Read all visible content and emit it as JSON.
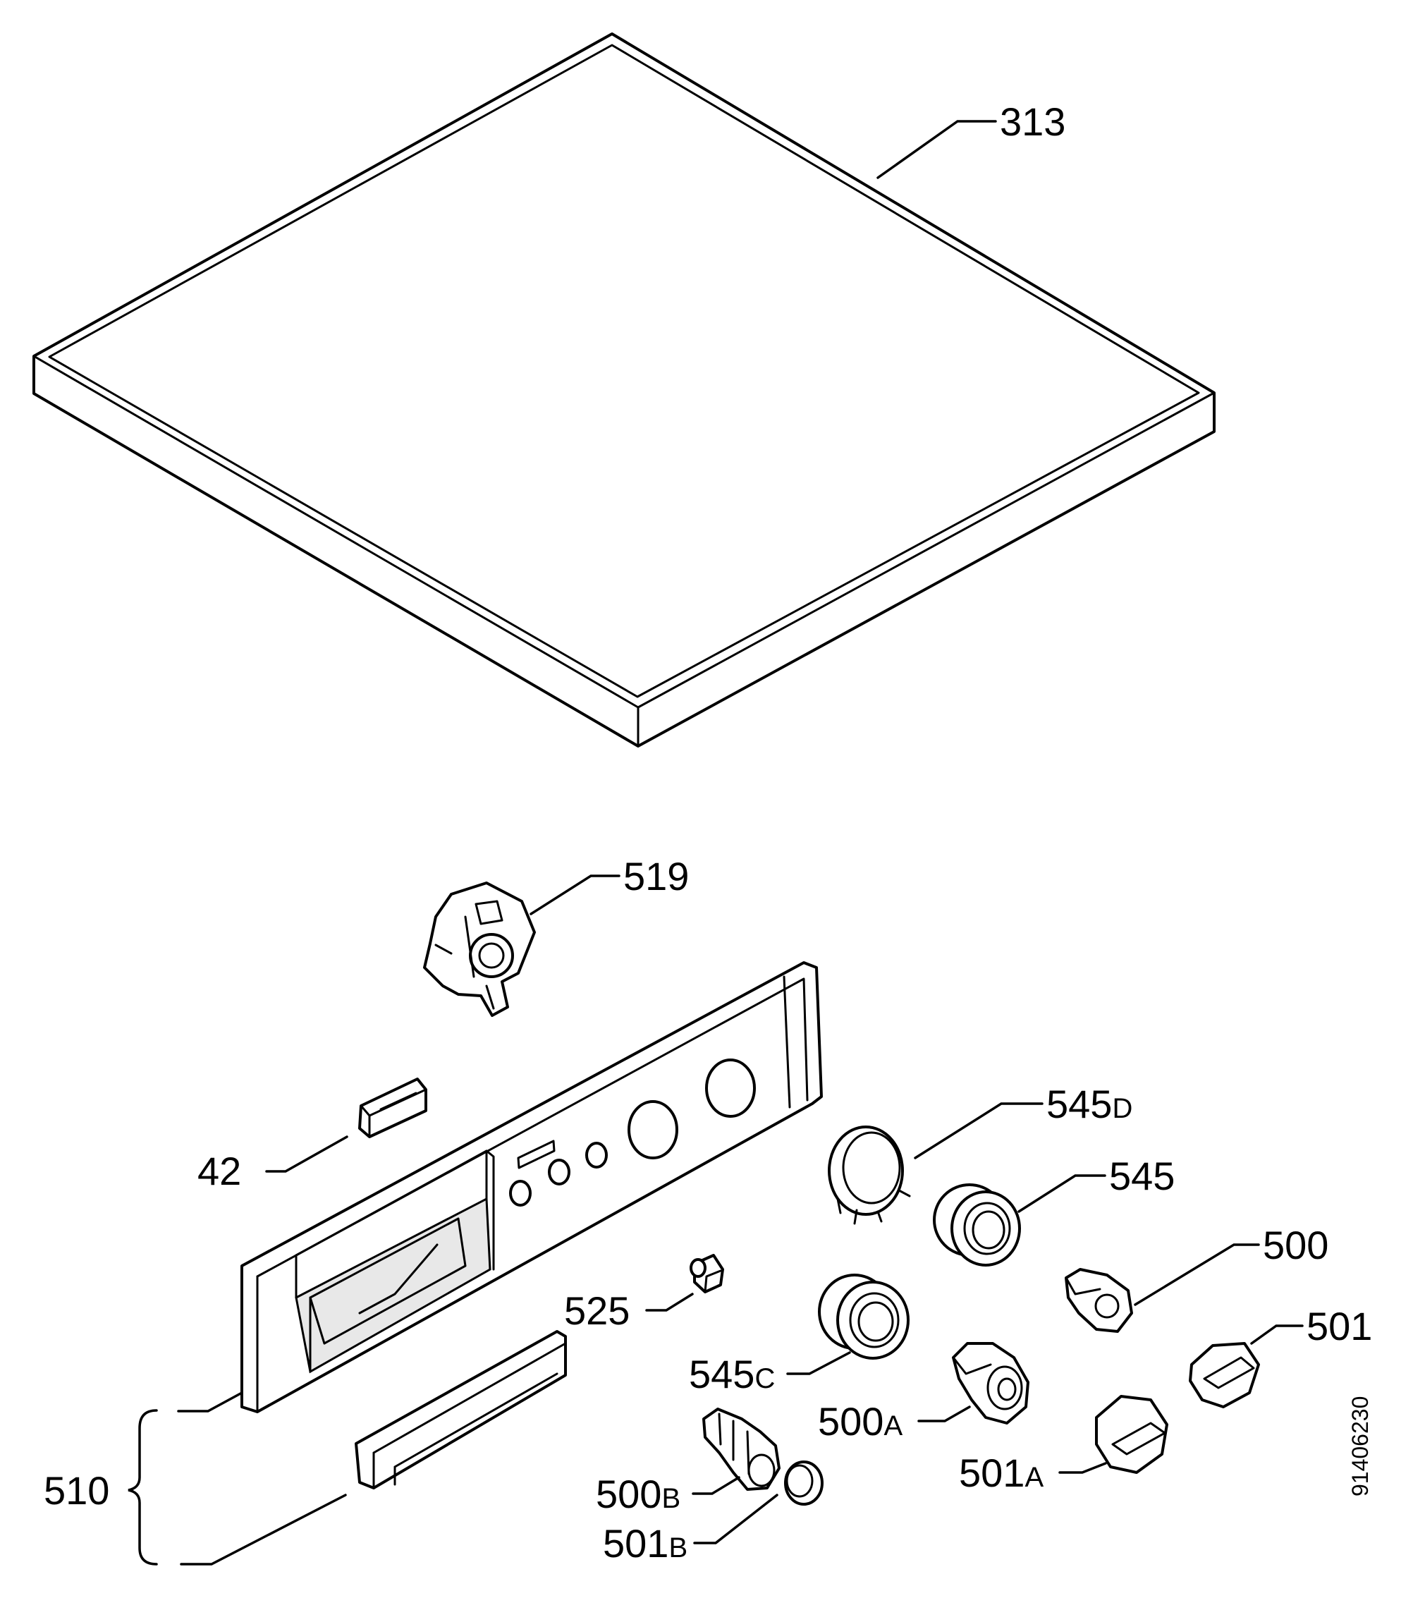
{
  "callouts": {
    "c313": {
      "num": "313",
      "suffix": ""
    },
    "c519": {
      "num": "519",
      "suffix": ""
    },
    "c42": {
      "num": "42",
      "suffix": ""
    },
    "c545d": {
      "num": "545",
      "suffix": "D"
    },
    "c545": {
      "num": "545",
      "suffix": ""
    },
    "c500": {
      "num": "500",
      "suffix": ""
    },
    "c525": {
      "num": "525",
      "suffix": ""
    },
    "c501": {
      "num": "501",
      "suffix": ""
    },
    "c545c": {
      "num": "545",
      "suffix": "C"
    },
    "c500a": {
      "num": "500",
      "suffix": "A"
    },
    "c510": {
      "num": "510",
      "suffix": ""
    },
    "c501a": {
      "num": "501",
      "suffix": "A"
    },
    "c500b": {
      "num": "500",
      "suffix": "B"
    },
    "c501b": {
      "num": "501",
      "suffix": "B"
    }
  },
  "drawing_code": "91406230"
}
